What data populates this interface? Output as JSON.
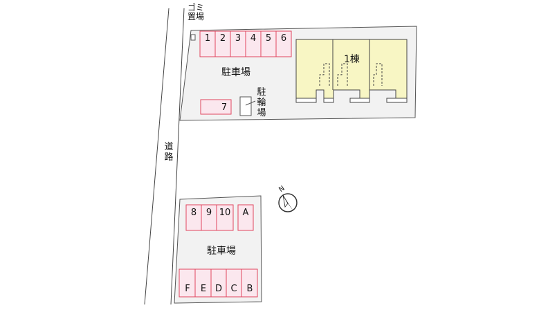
{
  "labels": {
    "garbage": "ゴミ置場",
    "bicycle": "駐輪場",
    "road": "道路",
    "parking_top": "駐車場",
    "parking_bottom": "駐車場",
    "building": "1棟",
    "north": "N"
  },
  "parking": {
    "top_row": [
      "1",
      "2",
      "3",
      "4",
      "5",
      "6"
    ],
    "single": "7",
    "bottom_top_row": [
      "8",
      "9",
      "10"
    ],
    "bottom_single": "A",
    "bottom_row": [
      "F",
      "E",
      "D",
      "C",
      "B"
    ]
  },
  "colors": {
    "lot": "#f2f2f2",
    "lot_border": "#555555",
    "slot_fill": "#fbe7ee",
    "slot_border": "#e0455f",
    "building": "#f8f6c4",
    "building_border": "#444444"
  }
}
